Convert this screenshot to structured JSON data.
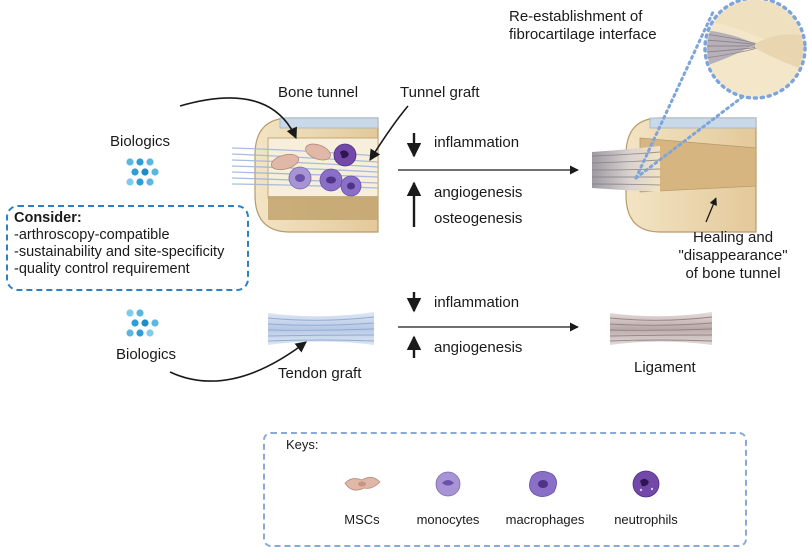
{
  "labels": {
    "reestablishment": [
      "Re-establishment of",
      "fibrocartilage interface"
    ],
    "bone_tunnel": "Bone tunnel",
    "tunnel_graft": "Tunnel graft",
    "biologics_top": "Biologics",
    "biologics_bottom": "Biologics",
    "inflammation_top": "inflammation",
    "angiogenesis_top": "angiogenesis",
    "osteogenesis": "osteogenesis",
    "inflammation_bottom": "inflammation",
    "angiogenesis_bottom": "angiogenesis",
    "healing": [
      "Healing and",
      "\"disappearance\"",
      "of bone tunnel"
    ],
    "tendon_graft": "Tendon graft",
    "ligament": "Ligament"
  },
  "consider": {
    "title": "Consider:",
    "items": [
      "-arthroscopy-compatible",
      "-sustainability and site-specificity",
      "-quality control requirement"
    ]
  },
  "keys": {
    "title": "Keys:",
    "items": [
      "MSCs",
      "monocytes",
      "macrophages",
      "neutrophils"
    ]
  },
  "colors": {
    "bone": "#e8d3a8",
    "bone_dark": "#b89b6a",
    "tendon": "#a9bfe0",
    "ligament": "#a99ea0",
    "cell_msc": "#e0b8a8",
    "cell_mono": "#a894d4",
    "cell_macro": "#8a6fc9",
    "cell_neutro": "#6a3f9a",
    "dashed_blue": "#2f7fc1",
    "key_border": "#8aa9d6"
  }
}
